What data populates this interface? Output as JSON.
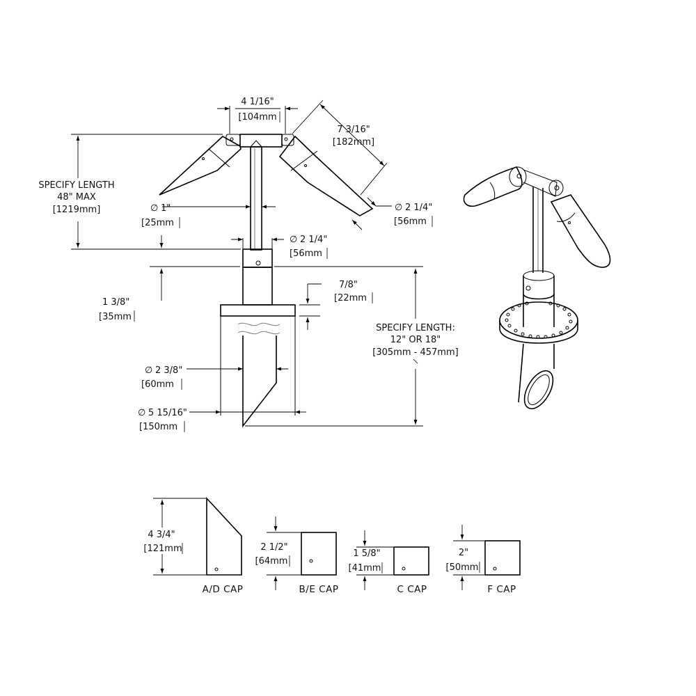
{
  "dimensions": {
    "fixture_spacing": {
      "inch": "4 1/16\"",
      "mm": "[104mm"
    },
    "arm_length": {
      "inch": "7 3/16\"",
      "mm": "[182mm]"
    },
    "riser_length": {
      "line1": "SPECIFY LENGTH",
      "line2": "48\" MAX",
      "line3": "[1219mm]"
    },
    "riser_diameter": {
      "symbol": "∅",
      "inch": "1\"",
      "mm": "[25mm"
    },
    "head_diameter": {
      "symbol": "∅",
      "inch": "2 1/4\"",
      "mm": "[56mm"
    },
    "coupler_diameter": {
      "symbol": "∅",
      "inch": "2 1/4\"",
      "mm": "[56mm"
    },
    "coupler_height": {
      "inch": "1 3/8\"",
      "mm": "[35mm"
    },
    "flange_thickness": {
      "inch": "7/8\"",
      "mm": "[22mm"
    },
    "stake_length": {
      "line1": "SPECIFY LENGTH:",
      "line2": "12\" OR 18\"",
      "line3": "[305mm - 457mm]"
    },
    "stake_diameter": {
      "symbol": "∅",
      "inch": "2 3/8\"",
      "mm": "[60mm"
    },
    "flange_diameter": {
      "symbol": "∅",
      "inch": "5 15/16\"",
      "mm": "[150mm"
    }
  },
  "caps": [
    {
      "name": "A/D CAP",
      "inch": "4 3/4\"",
      "mm": "[121mm"
    },
    {
      "name": "B/E CAP",
      "inch": "2 1/2\"",
      "mm": "[64mm"
    },
    {
      "name": "C CAP",
      "inch": "1 5/8\"",
      "mm": "[41mm"
    },
    {
      "name": "F CAP",
      "inch": "2\"",
      "mm": "[50mm"
    }
  ]
}
